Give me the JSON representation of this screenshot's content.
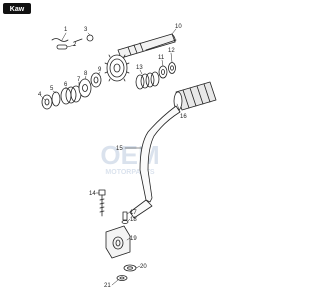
{
  "brand": {
    "logo": "Kaw"
  },
  "watermark": {
    "main": "OEM",
    "sub": "MOTORPARTS"
  },
  "callouts": [
    "1",
    "2",
    "3",
    "4",
    "5",
    "6",
    "7",
    "8",
    "9",
    "10",
    "11",
    "12",
    "13",
    "14",
    "15",
    "16",
    "17",
    "18",
    "19",
    "20",
    "21"
  ]
}
